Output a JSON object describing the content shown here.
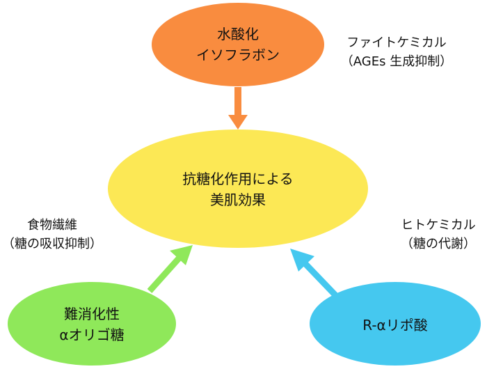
{
  "nodes": {
    "top": {
      "line1": "水酸化",
      "line2": "イソフラボン",
      "color": "#f98c3f"
    },
    "center": {
      "line1": "抗糖化作用による",
      "line2": "美肌効果",
      "color": "#fce855"
    },
    "bottom_left": {
      "line1": "難消化性",
      "line2": "αオリゴ糖",
      "color": "#8fe85a"
    },
    "bottom_right": {
      "line1": "R-αリポ酸",
      "color": "#45c8ef"
    }
  },
  "annotations": {
    "top_right": {
      "line1": "ファイトケミカル",
      "line2": "（AGEs 生成抑制）"
    },
    "left": {
      "line1": "食物繊維",
      "line2": "（糖の吸収抑制）"
    },
    "right": {
      "line1": "ヒトケミカル",
      "line2": "（糖の代謝）"
    }
  },
  "arrow_colors": {
    "top": "#f98c3f",
    "left": "#8fe85a",
    "right": "#45c8ef"
  }
}
